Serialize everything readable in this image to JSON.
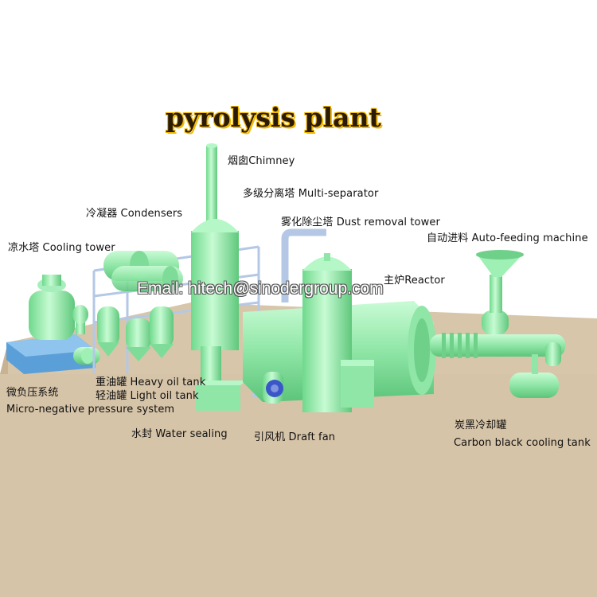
{
  "title": "pyrolysis plant",
  "watermark": "Email:  hitech@sinodergroup.com",
  "labels": {
    "chimney": "烟囱Chimney",
    "multi_separator": "多级分离塔 Multi-separator",
    "condensers": "冷凝器 Condensers",
    "dust_removal_tower": "雾化除尘塔 Dust removal tower",
    "cooling_tower": "凉水塔 Cooling tower",
    "auto_feeding": "自动进料 Auto-feeding machine",
    "reactor": "主炉Reactor",
    "heavy_oil_tank": "重油罐  Heavy  oil tank",
    "light_oil_tank": "轻油罐 Light oil tank",
    "micro_negative_cn": "微负压系统",
    "micro_negative_en": "Micro-negative pressure system",
    "water_sealing": "水封 Water sealing",
    "draft_fan": "引风机 Draft  fan",
    "carbon_black_cn": "炭黑冷却罐",
    "carbon_black_en": "Carbon black cooling tank"
  },
  "colors": {
    "equipment_green": "#9ff0b4",
    "floor": "#d8c6aa",
    "title_outline": "#f1b800",
    "pipe_blue": "#b4c8e6"
  }
}
